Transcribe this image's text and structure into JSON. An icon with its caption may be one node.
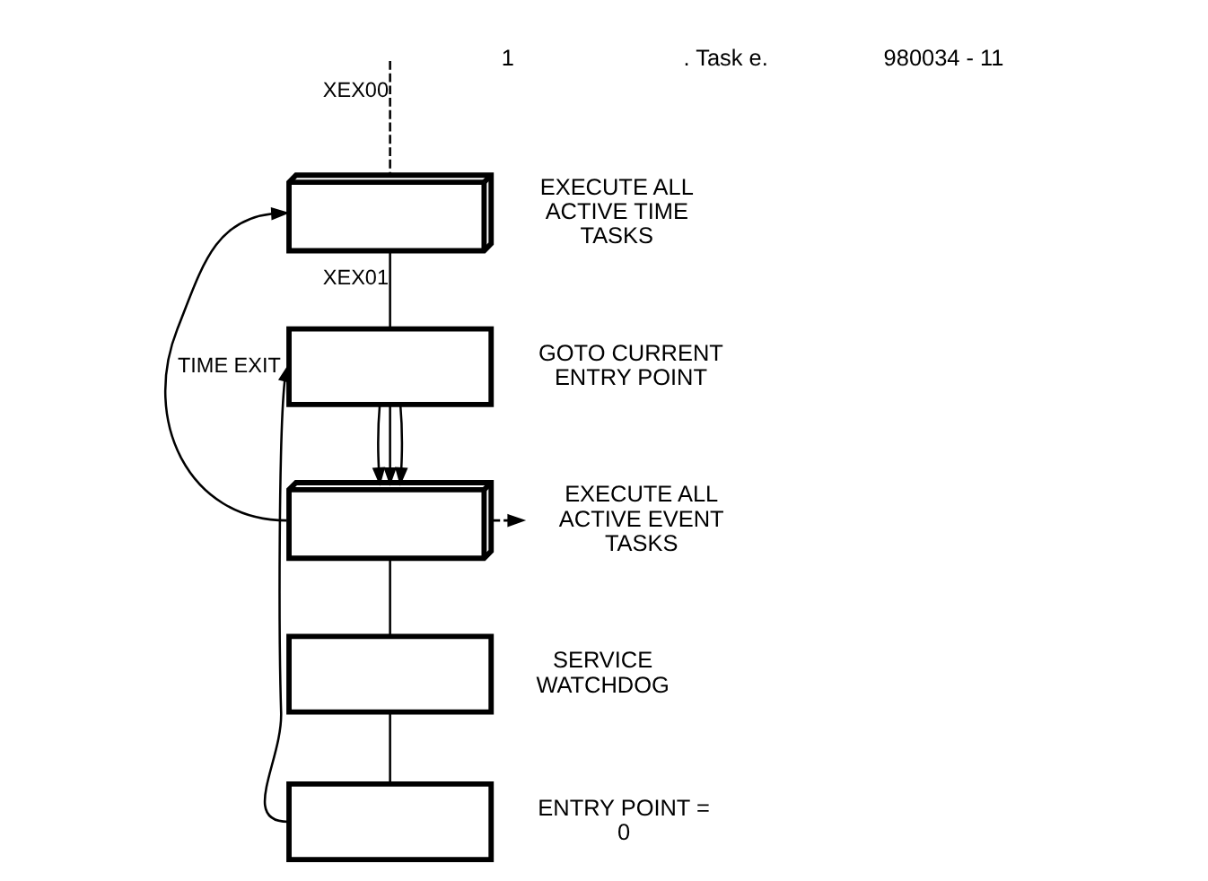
{
  "diagram": {
    "nodes": [
      {
        "text": [],
        "shape": "box",
        "beside": [
          "EXECUTE ALL ACTIVE TIME TASKS"
        ]
      },
      {
        "text": [],
        "shape": "box",
        "beside": [
          "GOTO CURRENT ENTRY POINT"
        ]
      },
      {
        "text": [],
        "shape": "box",
        "beside": [
          "EXECUTE ALL ACTIVE EVENT TASKS"
        ]
      },
      {
        "text": [],
        "shape": "box",
        "beside": [
          "SERVICE WATCHDOG"
        ]
      },
      {
        "text": [],
        "shape": "box",
        "beside": [
          "ENTRY POINT = 0"
        ]
      }
    ],
    "edges": [
      {
        "from": null,
        "to": 0,
        "arrow": "none",
        "label": "XEX00",
        "style": "dashed"
      },
      {
        "from": 0,
        "to": 1,
        "arrow": "none",
        "label": "XEX01"
      },
      {
        "from": 1,
        "to": 2,
        "arrow": "to"
      },
      {
        "from": 1,
        "to": 2,
        "arrow": "to"
      },
      {
        "from": 1,
        "to": 2,
        "arrow": "to"
      },
      {
        "from": 2,
        "to": 3,
        "arrow": "none"
      },
      {
        "from": 3,
        "to": 4,
        "arrow": "none"
      },
      {
        "from": 4,
        "to": 1,
        "arrow": "to"
      },
      {
        "from": 2,
        "to": 0,
        "arrow": "to",
        "label": "TIME EXIT"
      },
      {
        "from": 2,
        "to": null,
        "arrow": "to",
        "style": "dashed"
      }
    ],
    "labels": [
      "1",
      ". Task e.",
      "980034 - 11"
    ]
  }
}
